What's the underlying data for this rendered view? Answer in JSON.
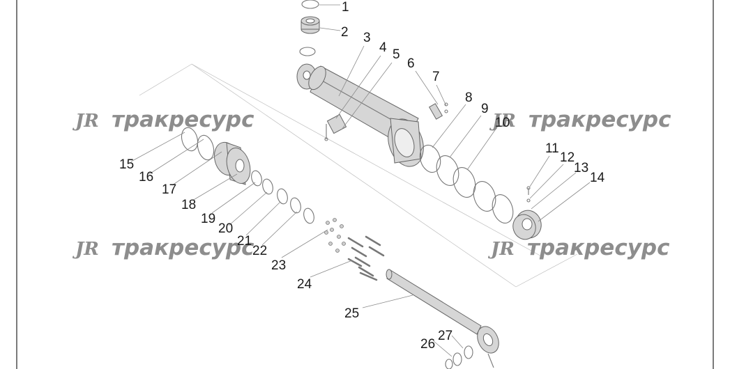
{
  "callouts": [
    "1",
    "2",
    "3",
    "4",
    "5",
    "6",
    "7",
    "8",
    "9",
    "10",
    "11",
    "12",
    "13",
    "14",
    "15",
    "16",
    "17",
    "18",
    "19",
    "20",
    "21",
    "22",
    "23",
    "24",
    "25",
    "26",
    "27"
  ],
  "watermark": {
    "logo_text": "JR",
    "brand_text": "тракресурс"
  }
}
